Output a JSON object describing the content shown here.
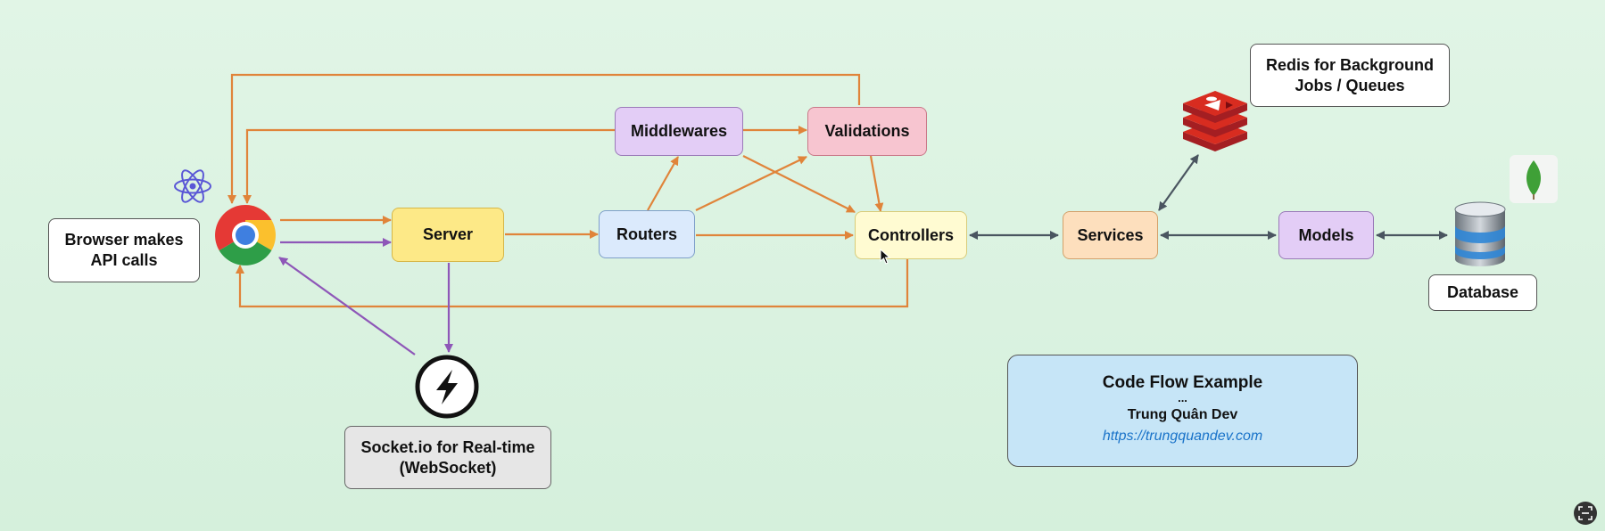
{
  "nodes": {
    "browser_note": {
      "line1": "Browser makes",
      "line2": "API calls"
    },
    "server": "Server",
    "routers": "Routers",
    "middlewares": "Middlewares",
    "validations": "Validations",
    "controllers": "Controllers",
    "services": "Services",
    "models": "Models",
    "database": "Database",
    "redis_note": {
      "line1": "Redis for Background",
      "line2": "Jobs / Queues"
    },
    "socket_note": {
      "line1": "Socket.io for Real-time",
      "line2": "(WebSocket)"
    }
  },
  "info_panel": {
    "title": "Code Flow Example",
    "separator": "...",
    "author": "Trung Quân Dev",
    "url": "https://trungquandev.com"
  },
  "icons": [
    "react-icon",
    "chrome-icon",
    "socketio-icon",
    "redis-icon",
    "mongodb-icon",
    "database-icon",
    "screen-scan-icon"
  ],
  "colors": {
    "flow_arrow": "#e0843a",
    "realtime_arrow": "#8e57b8",
    "bidirectional_arrow": "#4a5560",
    "server_fill": "#fde987",
    "routers_fill": "#dbeafc",
    "middlewares_fill": "#e3cdf6",
    "validations_fill": "#f7c5d0",
    "controllers_fill": "#fffbd2",
    "services_fill": "#fddfbd",
    "models_fill": "#e3cdf6",
    "socket_note_fill": "#e6e6e6",
    "panel_fill": "#c6e5f7",
    "url_color": "#1a73c9"
  }
}
